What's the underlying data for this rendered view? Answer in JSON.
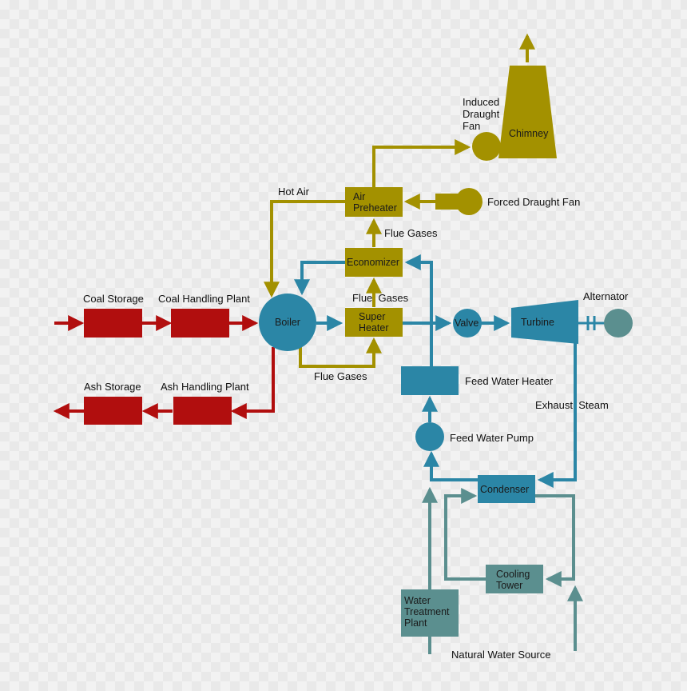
{
  "colors": {
    "red": "#b10e0e",
    "olive": "#a39100",
    "blue": "#2b86a6",
    "teal": "#5b8f8f"
  },
  "labels": {
    "coal_storage": "Coal Storage",
    "coal_handling": "Coal Handling Plant",
    "ash_storage": "Ash Storage",
    "ash_handling": "Ash Handling Plant",
    "boiler": "Boiler",
    "super_heater": "Super\nHeater",
    "economizer": "Economizer",
    "air_preheater": "Air\nPreheater",
    "forced_draught_fan": "Forced Draught Fan",
    "induced_draught_fan": "Induced\nDraught\nFan",
    "chimney": "Chimney",
    "hot_air": "Hot Air",
    "flue_gases_1": "Flue Gases",
    "flue_gases_2": "Flue  Gases",
    "flue_gases_3": "Flue Gases",
    "valve": "Valve",
    "turbine": "Turbine",
    "alternator": "Alternator",
    "exhaust_steam": "Exhaust  Steam",
    "feed_water_heater": "Feed Water Heater",
    "feed_water_pump": "Feed Water Pump",
    "condenser": "Condenser",
    "cooling_tower": "Cooling\nTower",
    "water_treatment": "Water\nTreatment\nPlant",
    "natural_water": "Natural Water Source"
  }
}
